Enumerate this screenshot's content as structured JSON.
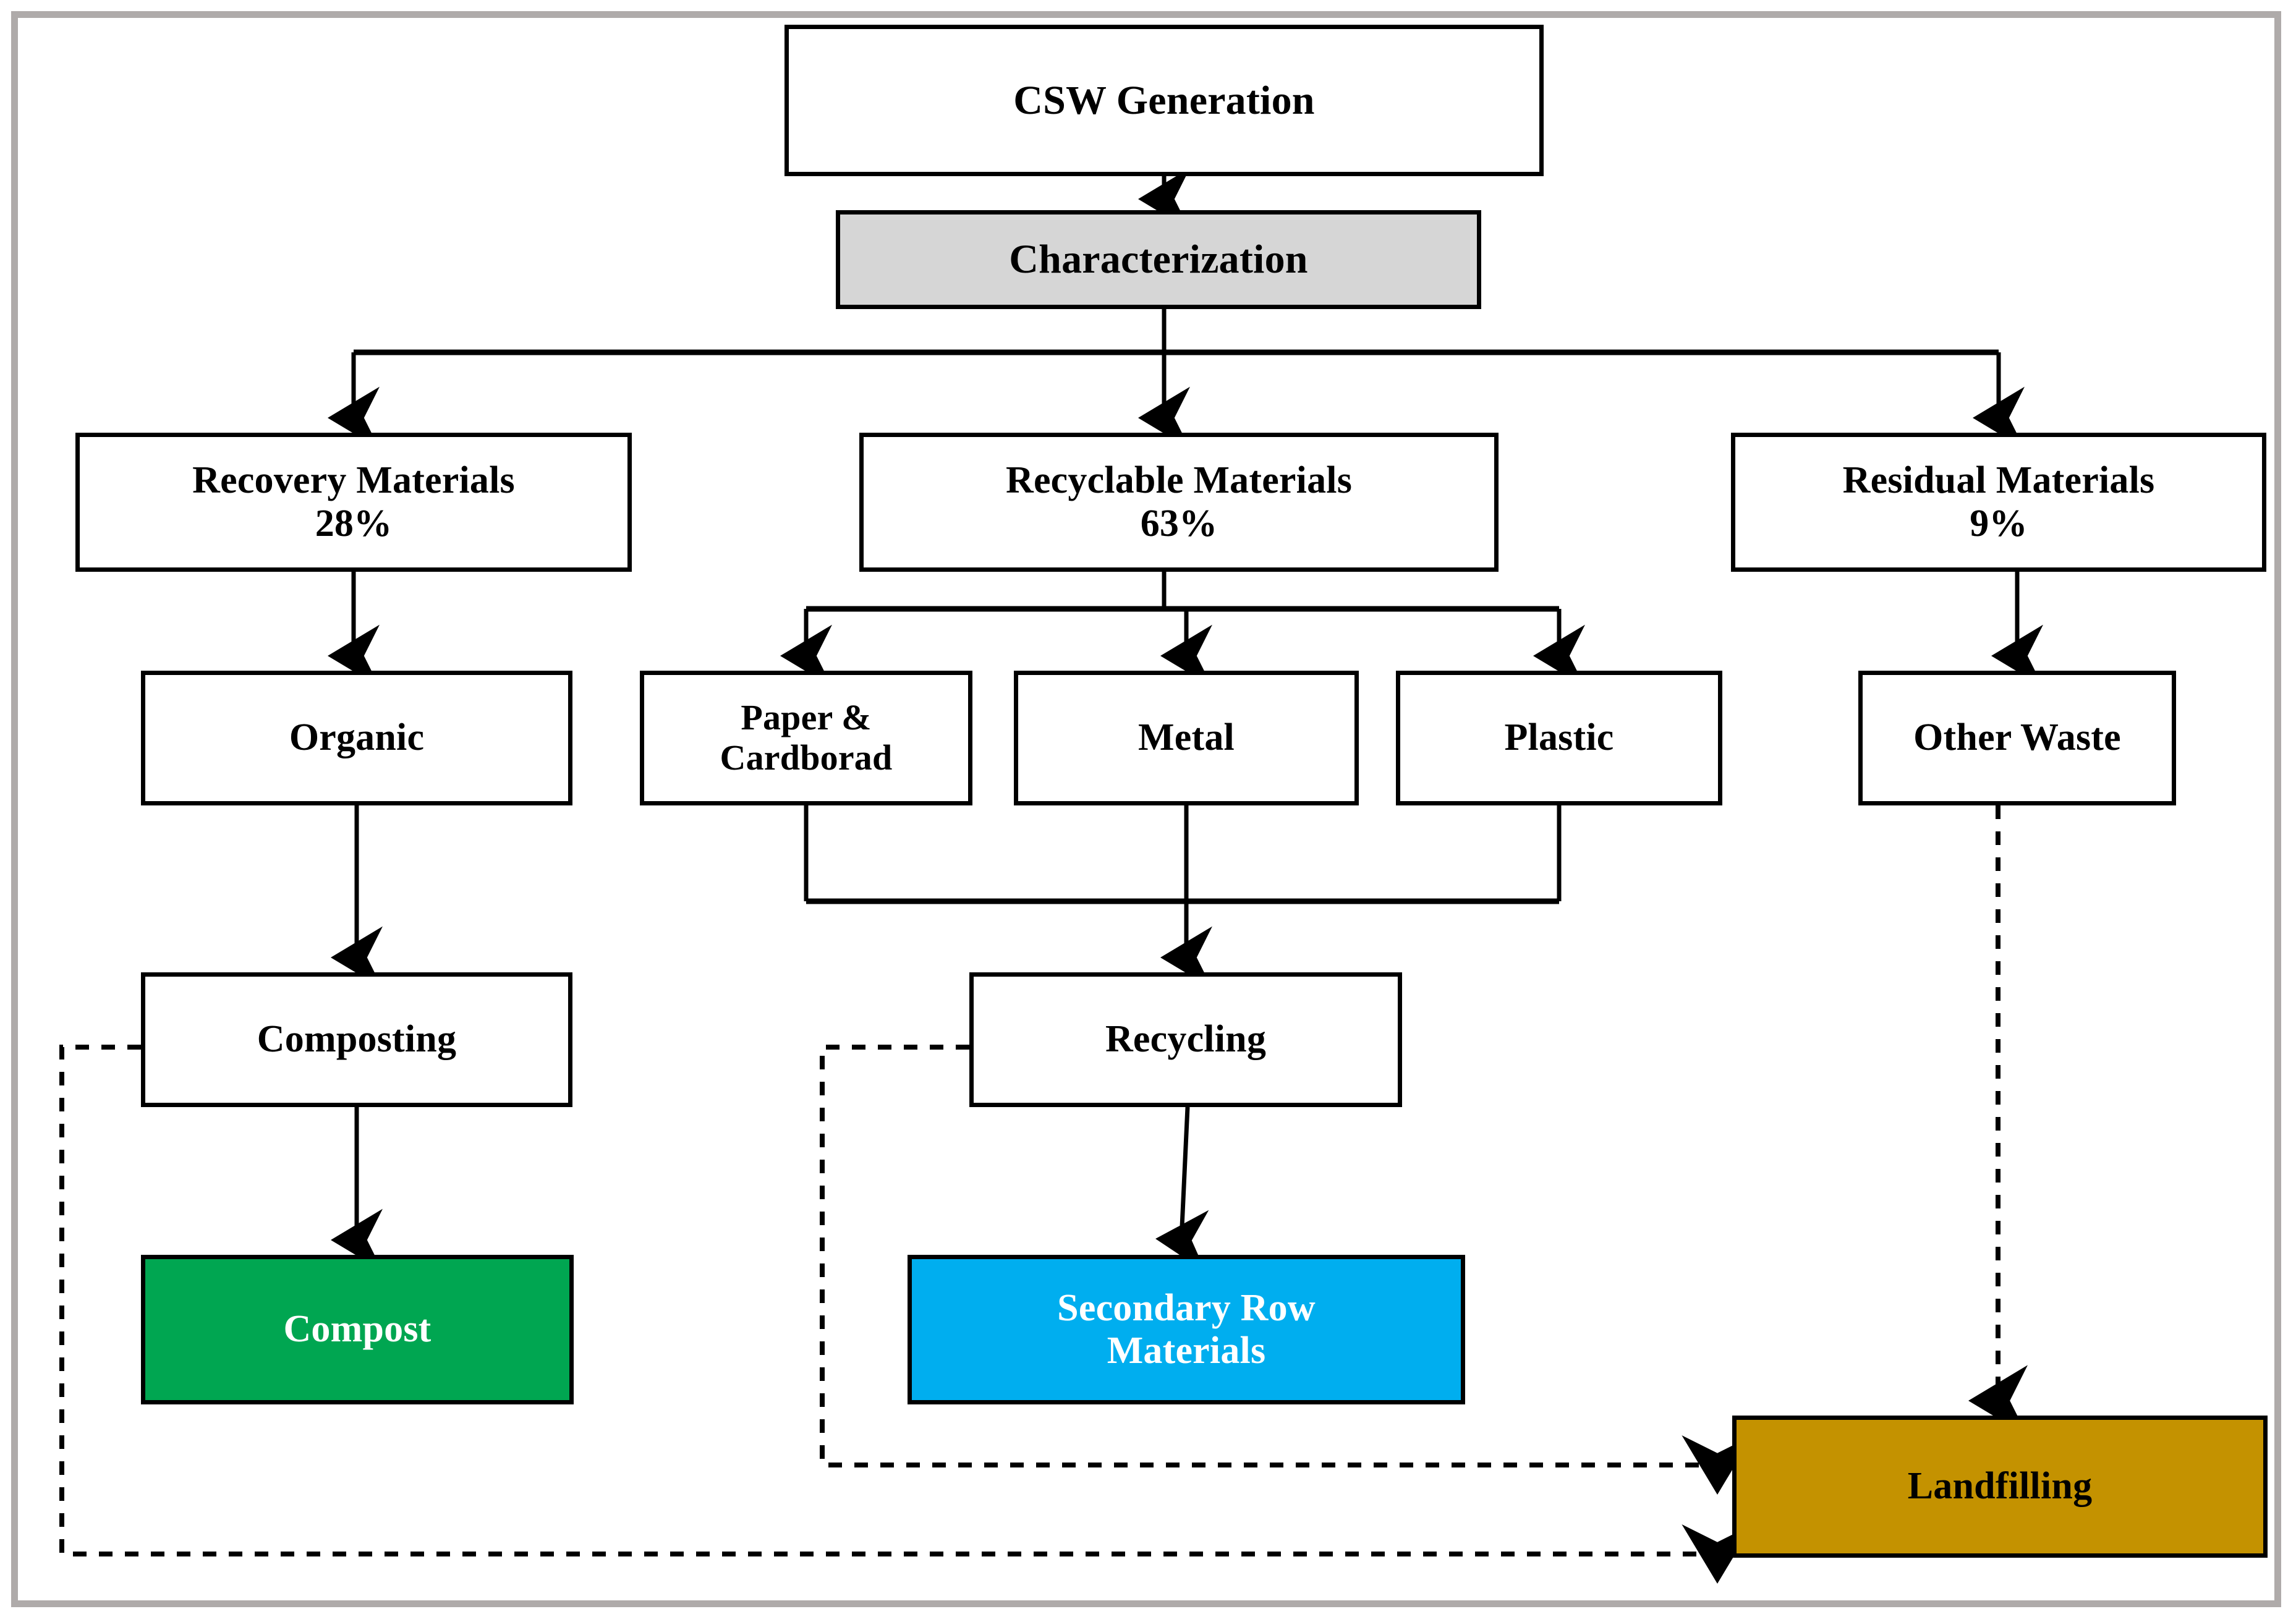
{
  "figure": {
    "title": "CSW waste management flow diagram",
    "frame_color": "#AFABAA"
  },
  "nodes": {
    "csw_generation": {
      "label": "CSW Generation",
      "fill": "#FFFFFF",
      "text_color": "#000000"
    },
    "characterization": {
      "label": "Characterization",
      "fill": "#D6D6D6",
      "text_color": "#000000"
    },
    "recovery_materials": {
      "line1": "Recovery Materials",
      "line2": "28%",
      "value": "28%",
      "fill": "#FFFFFF"
    },
    "recyclable_materials": {
      "line1": "Recyclable Materials",
      "line2": "63%",
      "value": "63%",
      "fill": "#FFFFFF"
    },
    "residual_materials": {
      "line1": "Residual Materials",
      "line2": "9%",
      "value": "9%",
      "fill": "#FFFFFF"
    },
    "organic": {
      "label": "Organic",
      "fill": "#FFFFFF"
    },
    "paper_cardborad": {
      "line1": "Paper &",
      "line2": "Cardborad",
      "fill": "#FFFFFF"
    },
    "metal": {
      "label": "Metal",
      "fill": "#FFFFFF"
    },
    "plastic": {
      "label": "Plastic",
      "fill": "#FFFFFF"
    },
    "other_waste": {
      "label": "Other Waste",
      "fill": "#FFFFFF"
    },
    "composting": {
      "label": "Composting",
      "fill": "#FFFFFF"
    },
    "recycling": {
      "label": "Recycling",
      "fill": "#FFFFFF"
    },
    "compost": {
      "label": "Compost",
      "fill": "#00A651",
      "text_color": "#FFFFFF"
    },
    "secondary_row_materials": {
      "line1": "Secondary Row",
      "line2": "Materials",
      "fill": "#00AEEF",
      "text_color": "#FFFFFF"
    },
    "landfilling": {
      "label": "Landfilling",
      "fill": "#C49200",
      "text_color": "#000000"
    }
  },
  "chart_data": {
    "type": "diagram",
    "title": "CSW Generation characterization and treatment flow",
    "categories": [
      "Recovery Materials",
      "Recyclable Materials",
      "Residual Materials"
    ],
    "values": [
      28,
      63,
      9
    ],
    "unit": "%",
    "edges": [
      {
        "from": "csw_generation",
        "to": "characterization",
        "style": "solid"
      },
      {
        "from": "characterization",
        "to": "recovery_materials",
        "style": "solid"
      },
      {
        "from": "characterization",
        "to": "recyclable_materials",
        "style": "solid"
      },
      {
        "from": "characterization",
        "to": "residual_materials",
        "style": "solid"
      },
      {
        "from": "recovery_materials",
        "to": "organic",
        "style": "solid"
      },
      {
        "from": "recyclable_materials",
        "to": "paper_cardborad",
        "style": "solid"
      },
      {
        "from": "recyclable_materials",
        "to": "metal",
        "style": "solid"
      },
      {
        "from": "recyclable_materials",
        "to": "plastic",
        "style": "solid"
      },
      {
        "from": "residual_materials",
        "to": "other_waste",
        "style": "solid"
      },
      {
        "from": "organic",
        "to": "composting",
        "style": "solid"
      },
      {
        "from": "paper_cardborad",
        "to": "recycling",
        "style": "solid"
      },
      {
        "from": "metal",
        "to": "recycling",
        "style": "solid"
      },
      {
        "from": "plastic",
        "to": "recycling",
        "style": "solid"
      },
      {
        "from": "composting",
        "to": "compost",
        "style": "solid"
      },
      {
        "from": "recycling",
        "to": "secondary_row_materials",
        "style": "solid"
      },
      {
        "from": "composting",
        "to": "landfilling",
        "style": "dashed"
      },
      {
        "from": "recycling",
        "to": "landfilling",
        "style": "dashed"
      },
      {
        "from": "other_waste",
        "to": "landfilling",
        "style": "dashed"
      }
    ]
  }
}
